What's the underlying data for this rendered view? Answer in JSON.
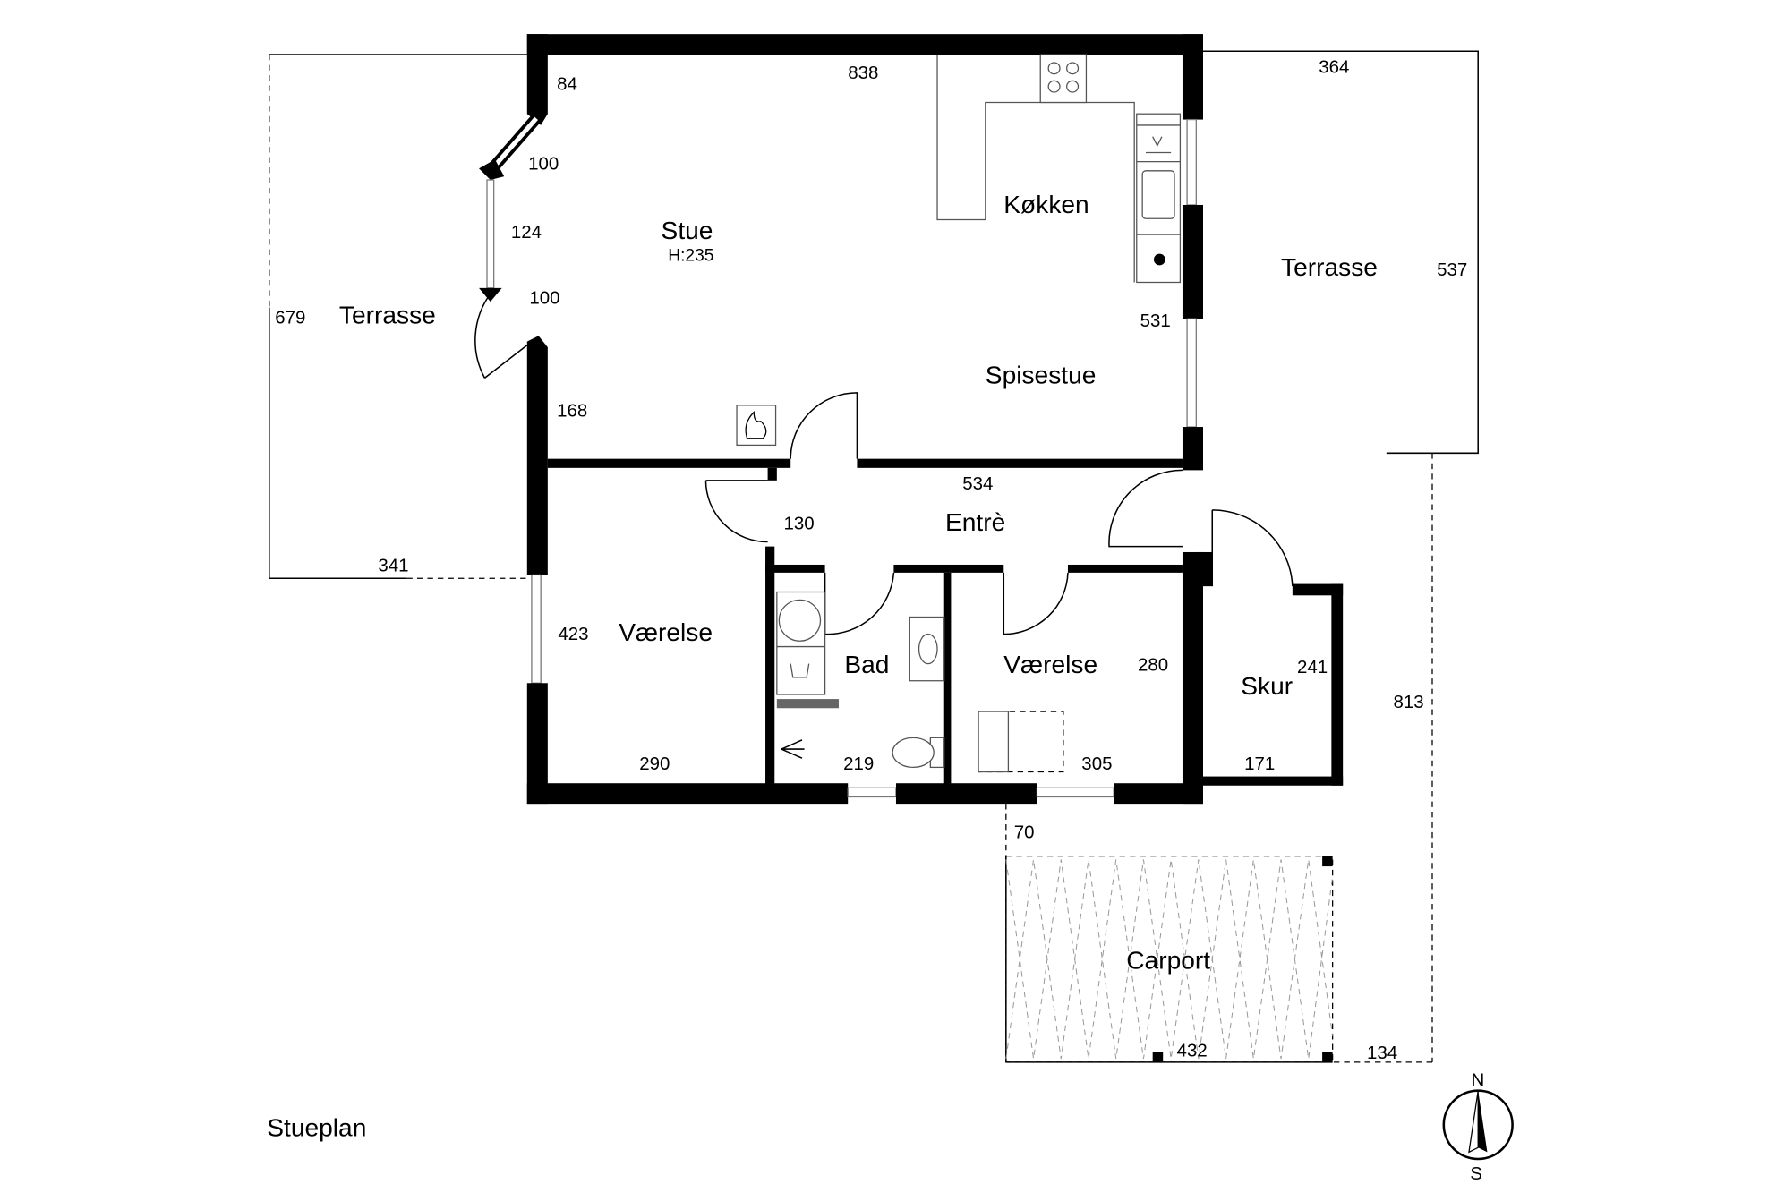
{
  "plan_title": "Stueplan",
  "rooms": {
    "stue": "Stue",
    "stue_height": "H:235",
    "kokken": "Køkken",
    "spisestue": "Spisestue",
    "terrasse_west": "Terrasse",
    "terrasse_east": "Terrasse",
    "entre": "Entrè",
    "vaerelse_west": "Værelse",
    "bad": "Bad",
    "vaerelse_east": "Værelse",
    "skur": "Skur",
    "carport": "Carport"
  },
  "dimensions": {
    "d84": "84",
    "d838": "838",
    "d364": "364",
    "d100a": "100",
    "d124": "124",
    "d100b": "100",
    "d679": "679",
    "d537": "537",
    "d531": "531",
    "d168": "168",
    "d534": "534",
    "d130": "130",
    "d341": "341",
    "d423": "423",
    "d280": "280",
    "d241": "241",
    "d813": "813",
    "d290": "290",
    "d219": "219",
    "d305": "305",
    "d171": "171",
    "d70": "70",
    "d432": "432",
    "d134": "134"
  },
  "compass": {
    "north": "N",
    "south": "S"
  }
}
